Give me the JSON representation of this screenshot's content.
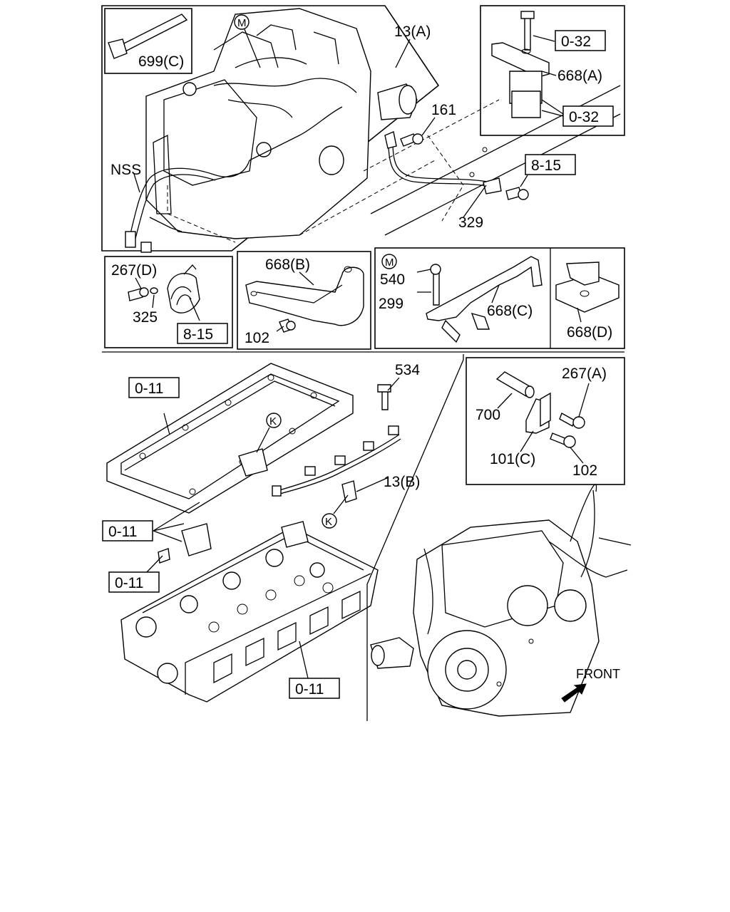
{
  "callouts": {
    "c_699C": "699(C)",
    "c_M1": "M",
    "c_13A": "13(A)",
    "c_032a": "0-32",
    "c_668A": "668(A)",
    "c_032b": "0-32",
    "c_161": "161",
    "c_NSS": "NSS",
    "c_815a": "8-15",
    "c_329": "329",
    "c_267D": "267(D)",
    "c_325": "325",
    "c_815b": "8-15",
    "c_668B": "668(B)",
    "c_102a": "102",
    "c_M2": "M",
    "c_540": "540",
    "c_299": "299",
    "c_668C": "668(C)",
    "c_668D": "668(D)",
    "c_534": "534",
    "c_011a": "0-11",
    "c_K1": "K",
    "c_13B": "13(B)",
    "c_K2": "K",
    "c_011b": "0-11",
    "c_011c": "0-11",
    "c_011d": "0-11",
    "c_267A": "267(A)",
    "c_700": "700",
    "c_101C": "101(C)",
    "c_102b": "102",
    "c_front": "FRONT"
  },
  "colors": {
    "ink": "#000000",
    "paper": "#ffffff"
  }
}
